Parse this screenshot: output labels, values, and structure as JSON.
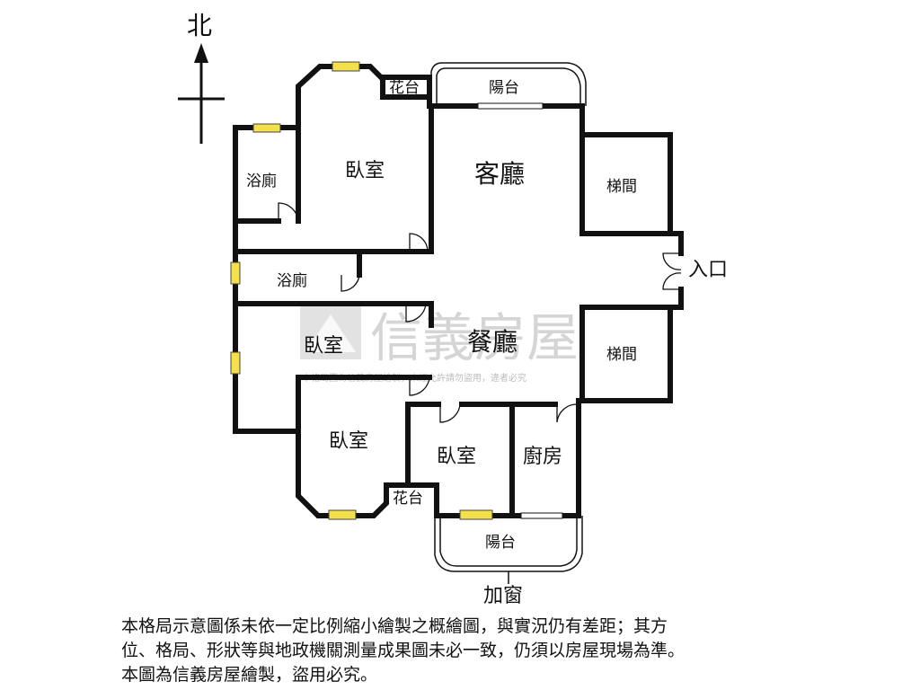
{
  "compass": {
    "north_label": "北"
  },
  "rooms": {
    "bathroom_1": "浴廁",
    "bedroom_1": "臥室",
    "flower_bed_top": "花台",
    "balcony_top": "陽台",
    "living_room": "客廳",
    "stairwell_1": "梯間",
    "entrance": "入口",
    "bathroom_2": "浴廁",
    "bedroom_2": "臥室",
    "dining_room": "餐廳",
    "stairwell_2": "梯間",
    "bedroom_3": "臥室",
    "bedroom_4": "臥室",
    "kitchen": "廚房",
    "flower_bed_bottom": "花台",
    "balcony_bottom": "陽台",
    "add_window": "加窗"
  },
  "watermark": {
    "brand": "信義房屋",
    "notice": "本格局圖為信義房屋繪製，未經允許請勿盜用，違者必究"
  },
  "disclaimer": {
    "line1": "本格局示意圖係未依一定比例縮小繪製之概繪圖，與實況仍有差距；其方",
    "line2": "位、格局、形狀等與地政機關測量成果圖未必一致，仍須以房屋現場為準。",
    "line3": "本圖為信義房屋繪製，盜用必究。"
  },
  "colors": {
    "wall": "#111111",
    "window": "#f4e04a",
    "watermark": "#c8c8c8"
  }
}
